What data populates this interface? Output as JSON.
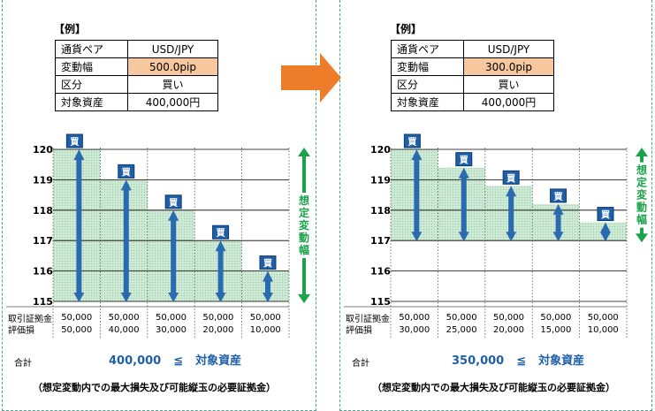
{
  "example_label": "【例】",
  "arrow_color": "#ee7d2a",
  "range_color": "#1aa34a",
  "bar_color": "#2a6bb0",
  "fill_color": "#cfe9d6",
  "row_header_1": "取引証拠金",
  "row_header_2": "評価損",
  "total_label": "合計",
  "leq_symbol": "≦",
  "target_label": "対象資産",
  "footnote": "（想定変動内での最大損失及び可能縦玉の必要証拠金）",
  "range_label": "想定変動幅",
  "buy_marker": "買",
  "panels": [
    {
      "conditions": [
        {
          "key": "通貨ペア",
          "value": "USD/JPY",
          "highlight": false
        },
        {
          "key": "変動幅",
          "value": "500.0pip",
          "highlight": true
        },
        {
          "key": "区分",
          "value": "買い",
          "highlight": false
        },
        {
          "key": "対象資産",
          "value": "400,000円",
          "highlight": false
        }
      ],
      "y_ticks": [
        "120",
        "119",
        "118",
        "117",
        "116",
        "115"
      ],
      "entries": [
        120,
        119,
        118,
        117,
        116
      ],
      "bottom": 115,
      "margins": [
        "50,000",
        "50,000",
        "50,000",
        "50,000",
        "50,000"
      ],
      "losses": [
        "50,000",
        "40,000",
        "30,000",
        "20,000",
        "10,000"
      ],
      "total": "400,000"
    },
    {
      "conditions": [
        {
          "key": "通貨ペア",
          "value": "USD/JPY",
          "highlight": false
        },
        {
          "key": "変動幅",
          "value": "300.0pip",
          "highlight": true
        },
        {
          "key": "区分",
          "value": "買い",
          "highlight": false
        },
        {
          "key": "対象資産",
          "value": "400,000円",
          "highlight": false
        }
      ],
      "y_ticks": [
        "120",
        "119",
        "118",
        "117",
        "116",
        "115"
      ],
      "entries": [
        120,
        119.4,
        118.8,
        118.2,
        117.6
      ],
      "bottom": 117,
      "margins": [
        "50,000",
        "50,000",
        "50,000",
        "50,000",
        "50,000"
      ],
      "losses": [
        "30,000",
        "25,000",
        "20,000",
        "15,000",
        "10,000"
      ],
      "total": "350,000"
    }
  ]
}
